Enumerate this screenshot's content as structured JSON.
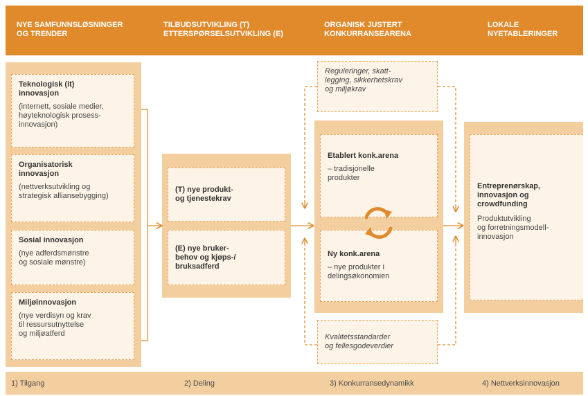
{
  "header": {
    "col1": "NYE SAMFUNNSLØSNINGER\nOG TRENDER",
    "col2": "TILBUDSUTVIKLING (T)\nETTERSPØRSELSUTVIKLING (E)",
    "col3": "ORGANISK JUSTERT\nKONKURRANSEARENA",
    "col4": "LOKALE\nNYETABLERINGER"
  },
  "col1": {
    "items": [
      {
        "title": "Teknologisk (it)\ninnovasjon",
        "desc": "(internett, sosiale medier,\nhøyteknologisk prosess-\ninnovasjon)"
      },
      {
        "title": "Organisatorisk\ninnovasjon",
        "desc": "(nettverksutvikling og\nstrategisk alliansebygging)"
      },
      {
        "title": "Sosial innovasjon",
        "desc": "(nye adferdsmønstre\nog sosiale mønstre)"
      },
      {
        "title": "Miljøinnovasjon",
        "desc": "(nye verdisyn og krav\ntil ressursutnyttelse\nog miljøatferd"
      }
    ]
  },
  "col2": {
    "items": [
      {
        "title": "(T) nye produkt-\nog tjenestekrav"
      },
      {
        "title": "(E) nye bruker-\nbehov og kjøps-/\nbruksadferd"
      }
    ]
  },
  "col3": {
    "top_note": "Reguleringer, skatt-\nlegging, sikkerhetskrav\nog miljøkrav",
    "established": {
      "title": "Etablert konk.arena",
      "desc": "– tradisjonelle\nprodukter"
    },
    "new": {
      "title": "Ny konk.arena",
      "desc": "–  nye produkter i\ndelingsøkonomien"
    },
    "bottom_note": "Kvalitetsstandarder\nog fellesgodeverdier"
  },
  "col4": {
    "title": "Entreprenørskap,\ninnovasjon og\ncrowdfunding",
    "desc": "Produktutvikling\nog forretningsmodell-\ninnovasjon"
  },
  "footer": {
    "items": [
      "1) Tilgang",
      "2) Deling",
      "3) Konkurransedynamikk",
      "4) Nettverksinnovasjon"
    ]
  },
  "colors": {
    "accent": "#e08a2c",
    "panel": "#f3cfa0",
    "box": "#fdf3e6"
  },
  "icons": {
    "cycle": "cycle-arrows-icon"
  }
}
